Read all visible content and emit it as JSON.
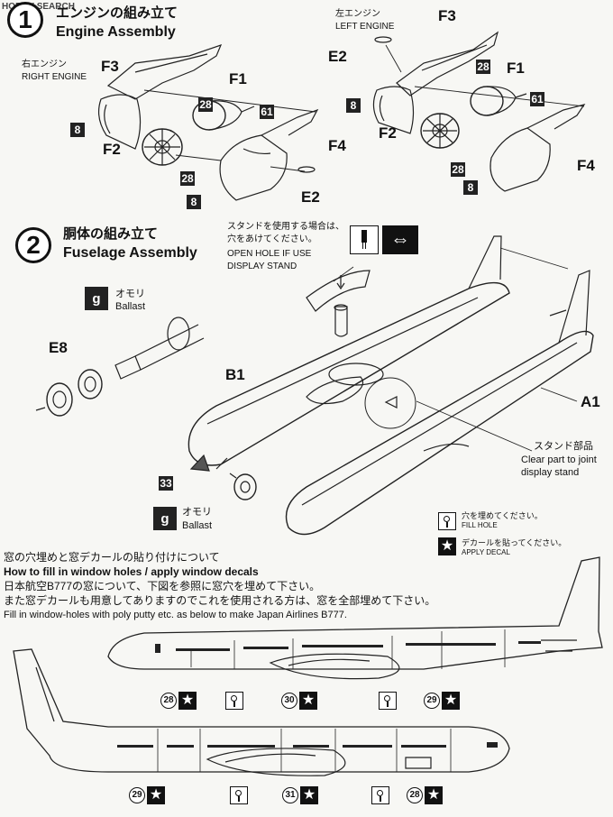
{
  "header": {
    "brand": "HOBBY SEARCH",
    "step1_number": "1",
    "step1_title_jp": "エンジンの組み立て",
    "step1_title_en": "Engine Assembly",
    "step2_number": "2",
    "step2_title_jp": "胴体の組み立て",
    "step2_title_en": "Fuselage Assembly"
  },
  "engine_right": {
    "label_jp": "右エンジン",
    "label_en": "RIGHT ENGINE",
    "parts": {
      "f3": "F3",
      "f1": "F1",
      "f2": "F2",
      "f4": "F4",
      "e2": "E2"
    },
    "colors": {
      "c28a": "28",
      "c61": "61",
      "c8a": "8",
      "c28b": "28",
      "c8b": "8"
    }
  },
  "engine_left": {
    "label_jp": "左エンジン",
    "label_en": "LEFT ENGINE",
    "parts": {
      "f3": "F3",
      "f1": "F1",
      "f2": "F2",
      "f4": "F4",
      "e2": "E2"
    },
    "colors": {
      "c28a": "28",
      "c61": "61",
      "c8a": "8",
      "c28b": "28",
      "c8b": "8"
    }
  },
  "fuselage": {
    "stand_note_jp_1": "スタンドを使用する場合は、",
    "stand_note_jp_2": "穴をあけてください。",
    "stand_note_en_1": "OPEN HOLE  IF USE",
    "stand_note_en_2": "DISPLAY STAND",
    "ballast_jp": "オモリ",
    "ballast_en": "Ballast",
    "weight_glyph": "g",
    "part_e8": "E8",
    "part_b1": "B1",
    "part_a1": "A1",
    "color_33": "33",
    "stand_part_jp": "スタンド部品",
    "stand_part_en_1": "Clear part to joint",
    "stand_part_en_2": "display stand"
  },
  "legend": {
    "fill_hole_jp": "穴を埋めてください。",
    "fill_hole_en": "FILL HOLE",
    "apply_decal_jp": "デカールを貼ってください。",
    "apply_decal_en": "APPLY DECAL"
  },
  "windows": {
    "heading_jp": "窓の穴埋めと窓デカールの貼り付けについて",
    "heading_en": "How to fill in window holes / apply window decals",
    "line2_jp": "日本航空B777の窓について、下図を参照に窓穴を埋めて下さい。",
    "line3_jp": "また窓デカールも用意してありますのでこれを使用される方は、窓を全部埋めて下さい。",
    "line4_en": "Fill in window-holes with poly putty etc. as below to make  Japan Airlines B777.",
    "top_refs": [
      "28",
      "30",
      "29"
    ],
    "bottom_refs": [
      "29",
      "31",
      "28"
    ],
    "star_glyph": "★"
  }
}
